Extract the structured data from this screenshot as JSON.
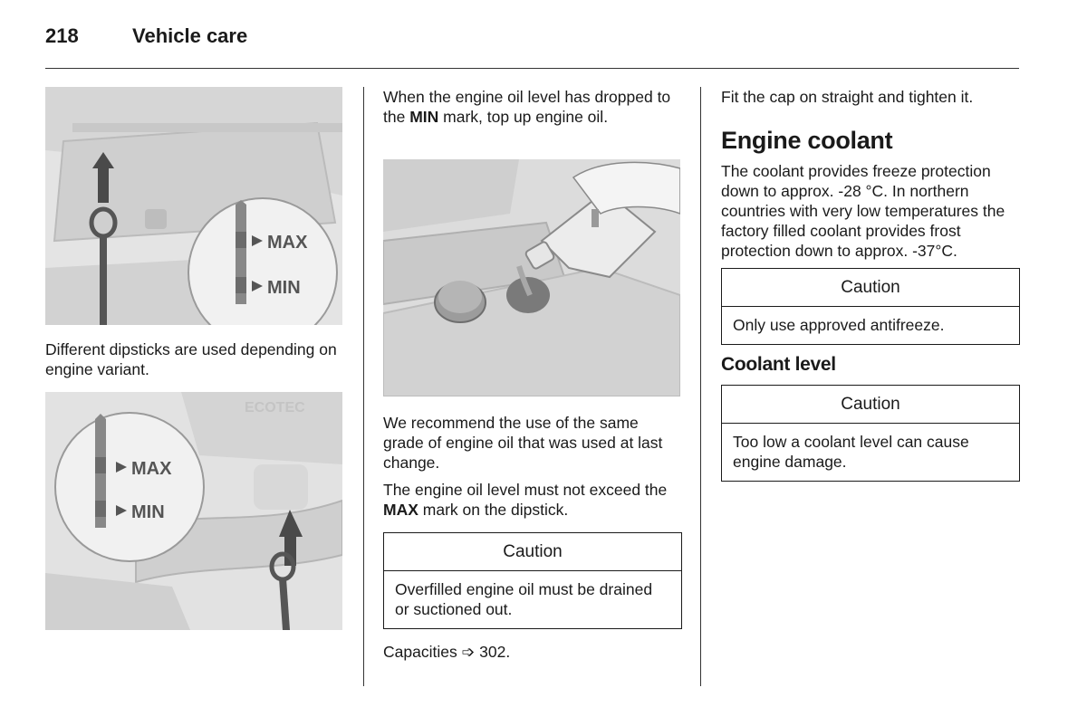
{
  "header": {
    "page_number": "218",
    "section_title": "Vehicle care"
  },
  "left": {
    "figure1": {
      "max_label": "MAX",
      "min_label": "MIN"
    },
    "caption": "Different dipsticks are used depending on engine variant.",
    "figure2": {
      "max_label": "MAX",
      "min_label": "MIN",
      "engine_mark": "ECOTEC"
    }
  },
  "middle": {
    "p1_pre": "When the engine oil level has dropped to the ",
    "p1_bold": "MIN",
    "p1_post": " mark, top up engine oil.",
    "p2": "We recommend the use of the same grade of engine oil that was used at last change.",
    "p3_pre": "The engine oil level must not exceed the ",
    "p3_bold": "MAX",
    "p3_post": " mark on the dipstick.",
    "caution": {
      "title": "Caution",
      "body": "Overfilled engine oil must be drained or suctioned out."
    },
    "xref_text": "Capacities",
    "xref_arrow": "➩",
    "xref_page": " 302."
  },
  "right": {
    "p1": "Fit the cap on straight and tighten it.",
    "heading": "Engine coolant",
    "p2": "The coolant provides freeze protection down to approx. -28 °C. In northern countries with very low temperatures the factory filled coolant provides frost protection down to approx. -37°C.",
    "caution1": {
      "title": "Caution",
      "body": "Only use approved antifreeze."
    },
    "subheading": "Coolant level",
    "caution2": {
      "title": "Caution",
      "body": "Too low a coolant level can cause engine damage."
    }
  }
}
